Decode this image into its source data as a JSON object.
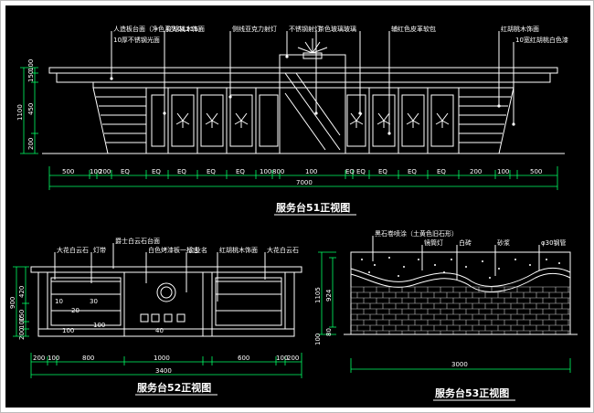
{
  "drawings": {
    "d51": {
      "title": "服务台51正视图",
      "callouts": [
        "人造板台面（净色系列GL116）",
        "10厚不锈钢光面",
        "红胡桃木饰面",
        "侧线亚克力射灯",
        "不锈钢射灯",
        "茶色玻璃玻璃",
        "辅红色皮革软包",
        "红胡桃木饰面",
        "10宽红胡桃白色漆"
      ],
      "vdims": [
        "100",
        "150",
        "450",
        "200",
        "1100"
      ],
      "hdims": [
        "500",
        "100",
        "200",
        "EQ",
        "EQ",
        "EQ",
        "EQ",
        "EQ",
        "100",
        "800",
        "100",
        "EQ",
        "EQ",
        "EQ",
        "EQ",
        "EQ",
        "200",
        "100",
        "500"
      ],
      "total": "7000"
    },
    "d52": {
      "title": "服务台52正视图",
      "callouts": [
        "大花白云石",
        "灯带",
        "爵士白云石台面",
        "白色烤漆板一标志",
        "企业名",
        "红胡桃木饰面",
        "大花白云石"
      ],
      "inner_labels": [
        "10",
        "30",
        "20",
        "100",
        "100",
        "40"
      ],
      "vdims": [
        "420",
        "900",
        "150",
        "100",
        "200"
      ],
      "hdims": [
        "200",
        "100",
        "800",
        "1000",
        "600",
        "100",
        "200"
      ],
      "total": "3400"
    },
    "d53": {
      "title": "服务台53正视图",
      "callouts": [
        "黑石卷喷涂（土黄色旧石形）",
        "镜筒灯",
        "白砖",
        "砂浆",
        "φ30钢管"
      ],
      "vdims": [
        "1105",
        "924",
        "80",
        "100"
      ],
      "total": "3000"
    }
  }
}
